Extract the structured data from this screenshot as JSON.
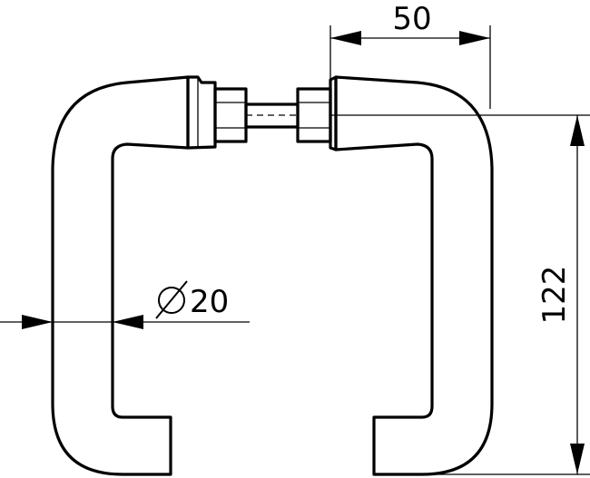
{
  "dimensions": {
    "width_label": "50",
    "height_label": "122",
    "diameter_label": "20",
    "diameter_symbol": "diameter-symbol"
  }
}
